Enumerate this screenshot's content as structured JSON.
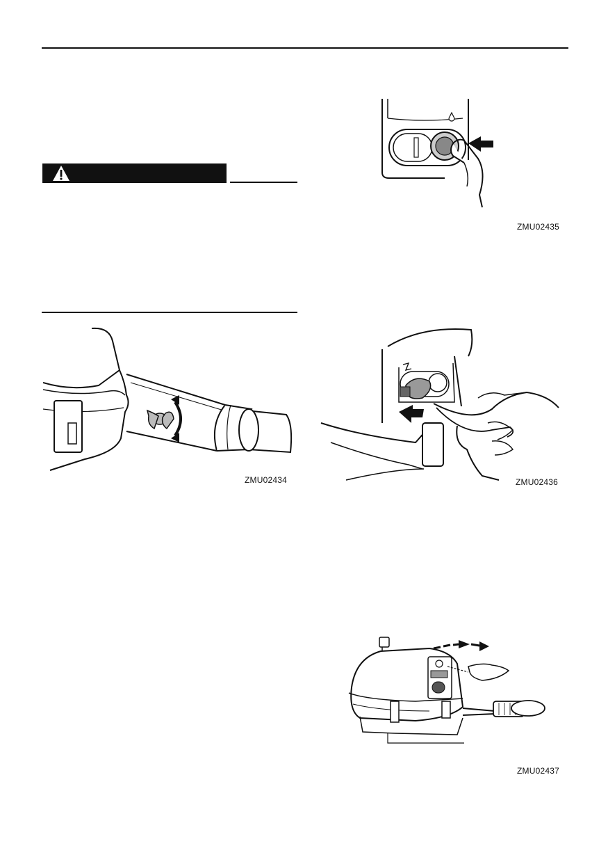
{
  "figures": {
    "fig1": {
      "code": "ZMU02435"
    },
    "fig2": {
      "code": "ZMU02434"
    },
    "fig3": {
      "code": "ZMU02436"
    },
    "fig4": {
      "code": "ZMU02437"
    }
  },
  "warning": {
    "icon": "warning-triangle-icon"
  }
}
